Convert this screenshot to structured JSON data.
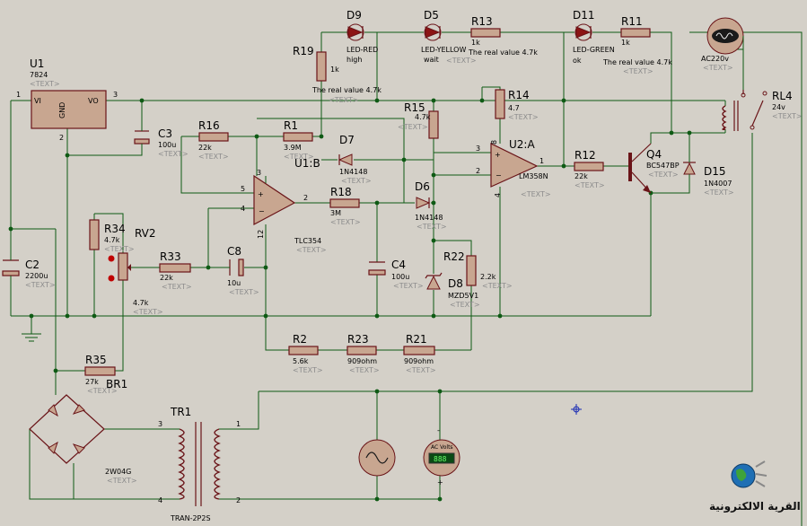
{
  "components": {
    "U1": {
      "ref": "U1",
      "value": "7824",
      "text": "<TEXT>",
      "pins": {
        "in": "1",
        "gnd": "2",
        "out": "3"
      },
      "labels": {
        "vi": "VI",
        "vo": "VO",
        "gnd": "GND"
      }
    },
    "C3": {
      "ref": "C3",
      "value": "100u",
      "text": "<TEXT>"
    },
    "C2": {
      "ref": "C2",
      "value": "2200u",
      "text": "<TEXT>"
    },
    "R16": {
      "ref": "R16",
      "value": "22k",
      "text": "<TEXT>"
    },
    "R1": {
      "ref": "R1",
      "value": "3.9M",
      "text": "<TEXT>"
    },
    "R19": {
      "ref": "R19",
      "value": "1k",
      "text": "<TEXT>",
      "note": "The real value 4.7k"
    },
    "D9": {
      "ref": "D9",
      "value": "LED-RED",
      "text": "high"
    },
    "D5": {
      "ref": "D5",
      "value": "LED-YELLOW",
      "text": "wait"
    },
    "R13": {
      "ref": "R13",
      "value": "1k",
      "text": "<TEXT>",
      "note": "The real value 4.7k"
    },
    "D11": {
      "ref": "D11",
      "value": "LED-GREEN",
      "text": "ok"
    },
    "R11": {
      "ref": "R11",
      "value": "1k",
      "text": "<TEXT>",
      "note": "The real value 4.7k"
    },
    "AC": {
      "value": "AC220v",
      "text": "<TEXT>"
    },
    "RL4": {
      "ref": "RL4",
      "value": "24v",
      "text": "<TEXT>"
    },
    "R14": {
      "ref": "R14",
      "value": "4.7",
      "text": "<TEXT>"
    },
    "R15": {
      "ref": "R15",
      "value": "4.7k",
      "text": "<TEXT>"
    },
    "D7": {
      "ref": "D7",
      "value": "1N4148",
      "text": "<TEXT>"
    },
    "U1B": {
      "ref": "U1:B",
      "value": "TLC354",
      "text": "<TEXT>",
      "pins": {
        "p3": "3",
        "p5": "5",
        "p4": "4",
        "p2": "2",
        "p12": "12"
      }
    },
    "R18": {
      "ref": "R18",
      "value": "3M",
      "text": "<TEXT>"
    },
    "D6": {
      "ref": "D6",
      "value": "1N4148",
      "text": "<TEXT>"
    },
    "U2A": {
      "ref": "U2:A",
      "value": "LM358N",
      "text": "<TEXT>",
      "pins": {
        "p8": "8",
        "p3": "3",
        "p2": "2",
        "p1": "1",
        "p4": "4"
      }
    },
    "R12": {
      "ref": "R12",
      "value": "22k",
      "text": "<TEXT>"
    },
    "Q4": {
      "ref": "Q4",
      "value": "BC547BP",
      "text": "<TEXT>"
    },
    "D15": {
      "ref": "D15",
      "value": "1N4007",
      "text": "<TEXT>"
    },
    "R34": {
      "ref": "R34",
      "value": "4.7k",
      "text": "<TEXT>"
    },
    "RV2": {
      "ref": "RV2",
      "value": "4.7k",
      "text": "<TEXT>"
    },
    "R33": {
      "ref": "R33",
      "value": "22k",
      "text": "<TEXT>"
    },
    "C8": {
      "ref": "C8",
      "value": "10u",
      "text": "<TEXT>"
    },
    "C4": {
      "ref": "C4",
      "value": "100u",
      "text": "<TEXT>"
    },
    "D8": {
      "ref": "D8",
      "value": "MZD5V1",
      "text": "<TEXT>"
    },
    "R22": {
      "ref": "R22",
      "value": "2.2k",
      "text": "<TEXT>"
    },
    "R2": {
      "ref": "R2",
      "value": "5.6k",
      "text": "<TEXT>"
    },
    "R23": {
      "ref": "R23",
      "value": "909ohm",
      "text": "<TEXT>"
    },
    "R21": {
      "ref": "R21",
      "value": "909ohm",
      "text": "<TEXT>"
    },
    "R35": {
      "ref": "R35",
      "value": "27k",
      "text": "<TEXT>"
    },
    "BR1": {
      "ref": "BR1",
      "value": "2W04G",
      "text": "<TEXT>"
    },
    "TR1": {
      "ref": "TR1",
      "value": "TRAN-2P2S",
      "pins": {
        "p1": "1",
        "p2": "2",
        "p3": "3",
        "p4": "4"
      }
    },
    "VM": {
      "label": "AC Volts",
      "reading": "888",
      "plus": "+",
      "minus": "-"
    }
  },
  "logo": {
    "text": "القرية الالكترونية"
  }
}
